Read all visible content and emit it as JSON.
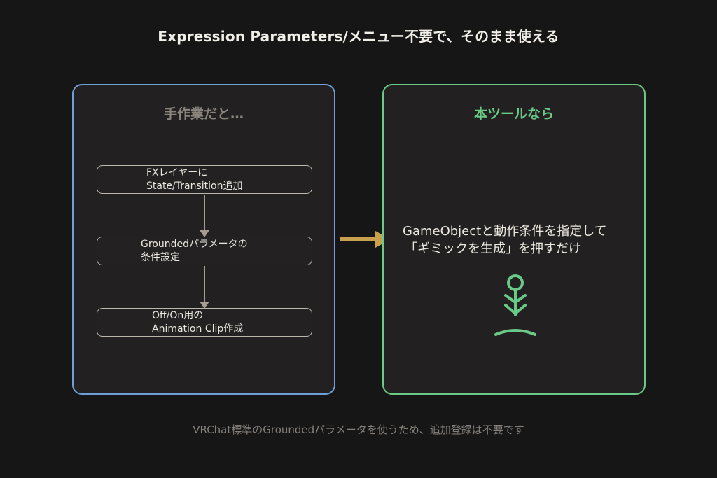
{
  "title": "Expression Parameters/メニュー不要で、そのまま使える",
  "manual_panel": {
    "heading": "手作業だと…",
    "steps": [
      {
        "line1": "FXレイヤーに",
        "line2": "State/Transition追加"
      },
      {
        "line1": "Groundedパラメータの",
        "line2": "条件設定"
      },
      {
        "line1": "Off/On用の",
        "line2": "Animation Clip作成"
      }
    ]
  },
  "tool_panel": {
    "heading": "本ツールなら",
    "line1": "GameObjectと動作条件を指定して",
    "line2": "「ギミックを生成」を押すだけ",
    "icon": "grounded-figure-icon"
  },
  "footer": "VRChat標準のGroundedパラメータを使うため、追加登録は不要です",
  "colors": {
    "manual_border": "#6f9fd8",
    "tool_border": "#69c987",
    "arrow": "#c9a04d",
    "background": "#171616"
  }
}
